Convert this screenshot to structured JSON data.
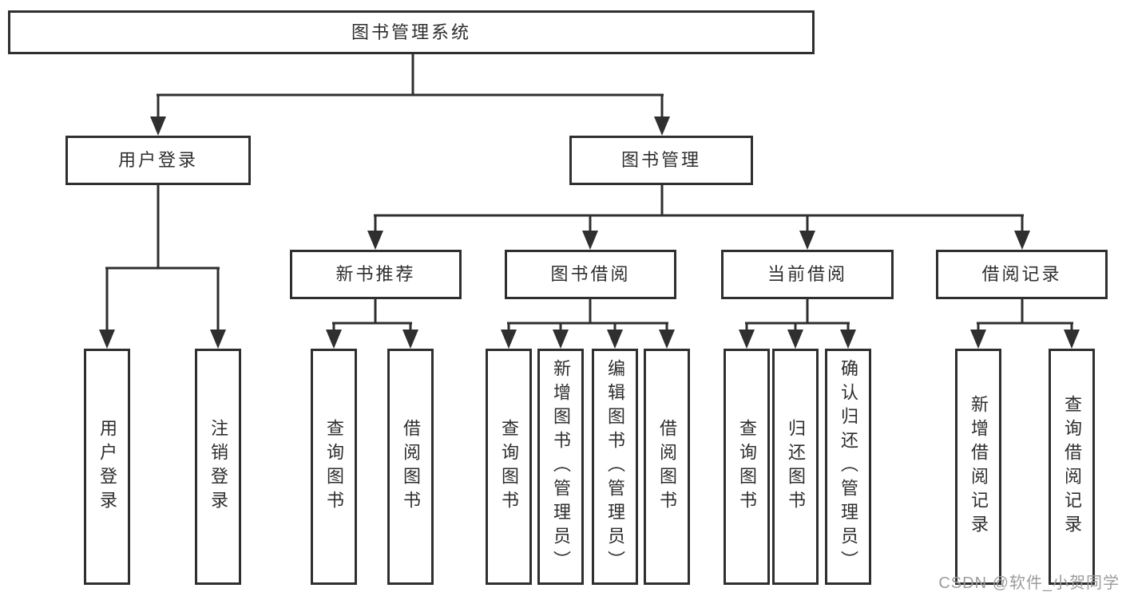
{
  "colors": {
    "line": "#2f2f2f",
    "box_border": "#2f2f2f",
    "text": "#2e2e2e",
    "background": "#ffffff",
    "watermark": "#9c9c9c"
  },
  "diagram": {
    "type": "hierarchy-tree",
    "root": {
      "label": "图书管理系统",
      "children": [
        {
          "label": "用户登录",
          "children": [
            {
              "label": "用户登录"
            },
            {
              "label": "注销登录"
            }
          ]
        },
        {
          "label": "图书管理",
          "children": [
            {
              "label": "新书推荐",
              "children": [
                {
                  "label": "查询图书"
                },
                {
                  "label": "借阅图书"
                }
              ]
            },
            {
              "label": "图书借阅",
              "children": [
                {
                  "label": "查询图书"
                },
                {
                  "label": "新增图书（管理员）"
                },
                {
                  "label": "编辑图书（管理员）"
                },
                {
                  "label": "借阅图书"
                }
              ]
            },
            {
              "label": "当前借阅",
              "children": [
                {
                  "label": "查询图书"
                },
                {
                  "label": "归还图书"
                },
                {
                  "label": "确认归还（管理员）"
                }
              ]
            },
            {
              "label": "借阅记录",
              "children": [
                {
                  "label": "新增借阅记录"
                },
                {
                  "label": "查询借阅记录"
                }
              ]
            }
          ]
        }
      ]
    }
  },
  "watermark": {
    "text": "CSDN @软件_小贺同学"
  }
}
